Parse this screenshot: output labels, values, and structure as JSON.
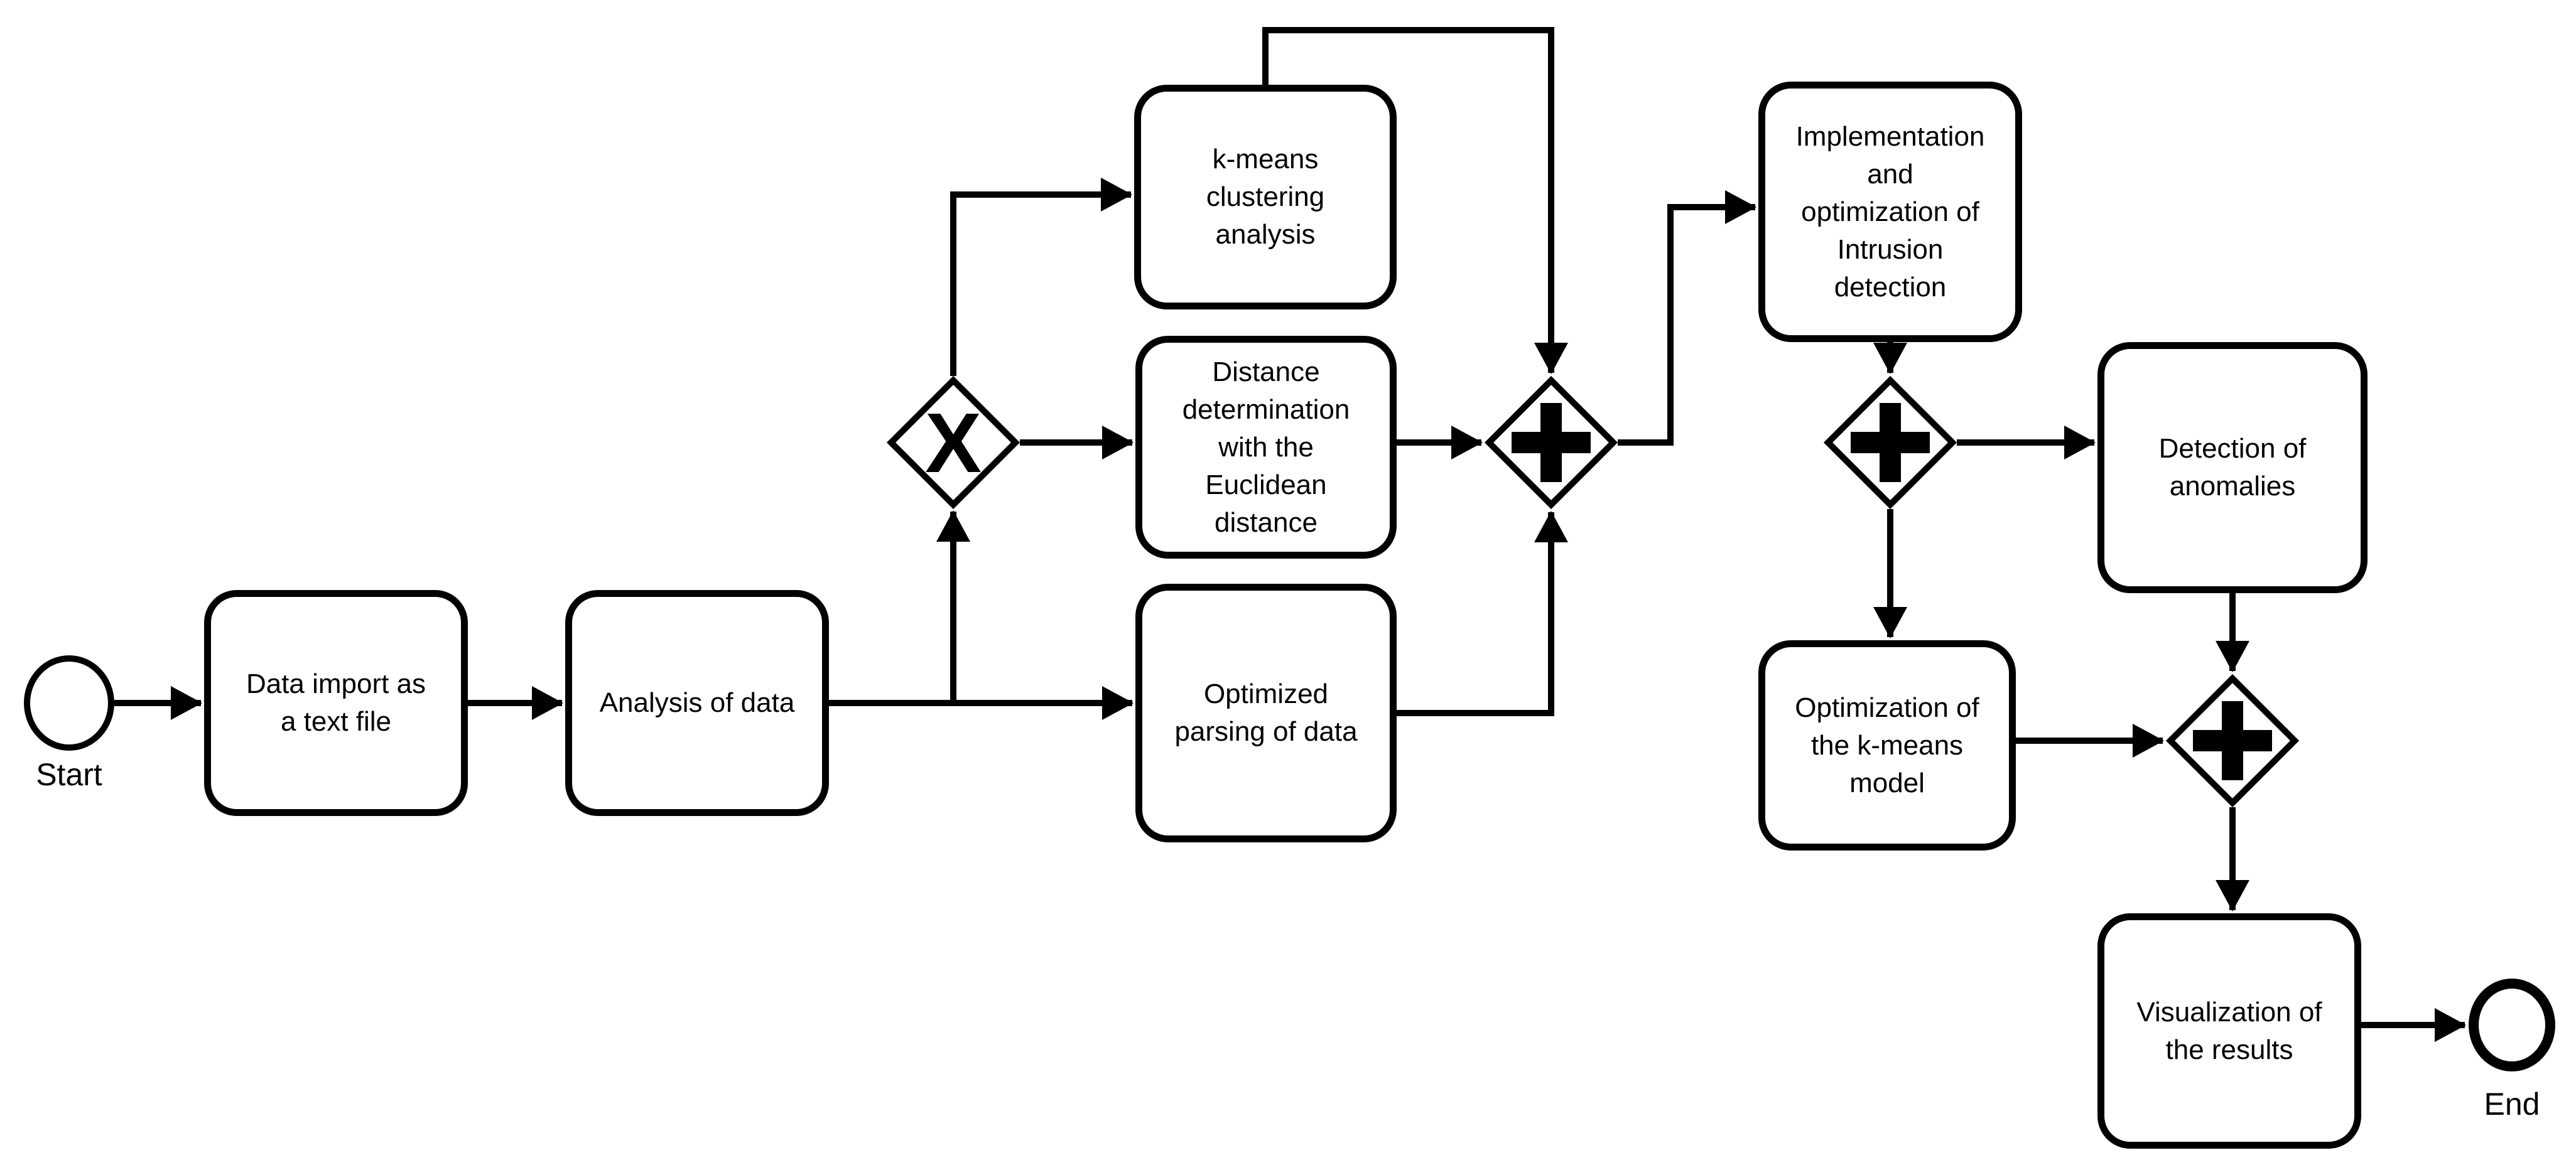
{
  "diagram": {
    "type": "BPMN process flow",
    "background_color": "#ffffff",
    "line_color": "#000000",
    "fill_color": "#ffffff"
  },
  "events": {
    "start": {
      "label": "Start"
    },
    "end": {
      "label": "End"
    }
  },
  "tasks": {
    "import": {
      "label": "Data import as\na text file"
    },
    "analysis": {
      "label": "Analysis of data"
    },
    "kmeans": {
      "label": "k-means\nclustering\nanalysis"
    },
    "distance": {
      "label": "Distance\ndetermination\nwith the\nEuclidean\ndistance"
    },
    "parsing": {
      "label": "Optimized\nparsing of data"
    },
    "implementation": {
      "label": "Implementation\nand\noptimization of\nIntrusion\ndetection"
    },
    "detection": {
      "label": "Detection of\nanomalies"
    },
    "optimization": {
      "label": "Optimization of\nthe k-means\nmodel"
    },
    "visualization": {
      "label": "Visualization of\nthe results"
    }
  },
  "gateways": {
    "exclusive": {
      "symbol": "X",
      "type": "exclusive gateway"
    },
    "parallel_join": {
      "symbol": "+",
      "type": "parallel gateway"
    },
    "parallel_split": {
      "symbol": "+",
      "type": "parallel gateway"
    },
    "parallel_merge": {
      "symbol": "+",
      "type": "parallel gateway"
    }
  }
}
